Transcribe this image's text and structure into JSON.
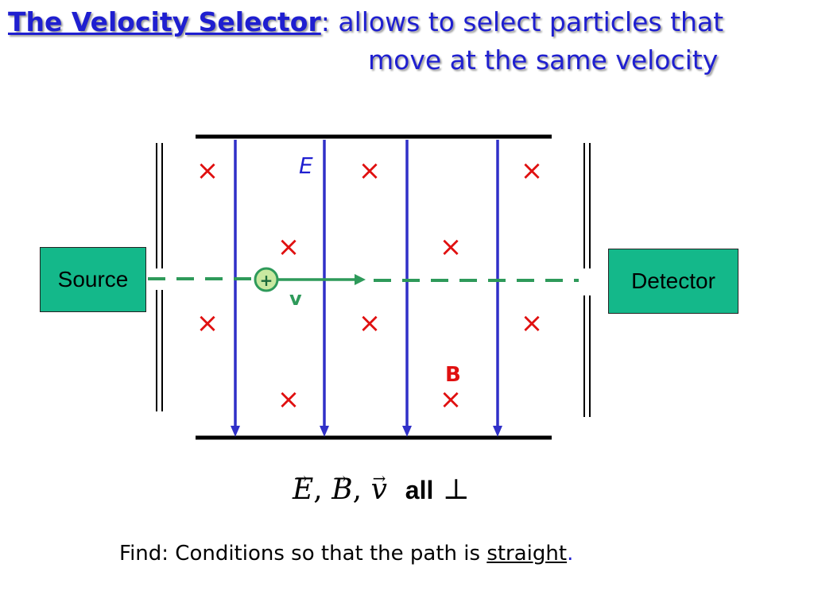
{
  "title": {
    "bold": "The Velocity Selector",
    "rest_line1": ": allows to select particles that",
    "rest_line2": "move at the same velocity"
  },
  "diagram": {
    "labels": {
      "E": "E",
      "B": "B",
      "v": "v",
      "charge": "+",
      "cross": "×"
    },
    "source_label": "Source",
    "detector_label": "Detector",
    "colors": {
      "field_lines": "#3030c8",
      "crosses": "#e01010",
      "path": "#2e9a5a",
      "boxes": "#14b88a",
      "title": "#1f1fd0"
    }
  },
  "formula": {
    "e": "E",
    "b": "B",
    "v": "v",
    "sep": ",",
    "all": "all",
    "perp": "⊥"
  },
  "find": {
    "prefix": "Find:  Conditions so that the path is ",
    "emphasis": "straight",
    "suffix": "."
  }
}
